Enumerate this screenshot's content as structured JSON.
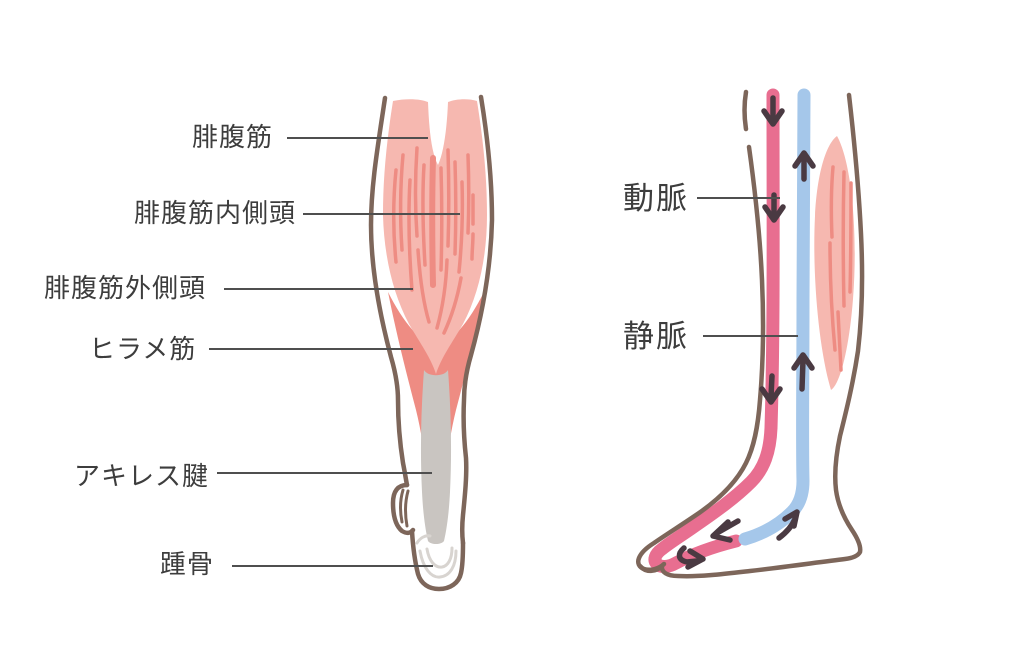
{
  "figures": {
    "back_view": {
      "description": "lower leg muscles, back view",
      "labels": [
        {
          "id": "gastrocnemius",
          "text": "腓腹筋"
        },
        {
          "id": "gastrocnemius-medial-head",
          "text": "腓腹筋内側頭"
        },
        {
          "id": "gastrocnemius-lateral-head",
          "text": "腓腹筋外側頭"
        },
        {
          "id": "soleus",
          "text": "ヒラメ筋"
        },
        {
          "id": "achilles-tendon",
          "text": "アキレス腱"
        },
        {
          "id": "calcaneus",
          "text": "踵骨"
        }
      ]
    },
    "side_view": {
      "description": "lower leg blood vessels, side view",
      "labels": [
        {
          "id": "artery",
          "text": "動脈",
          "flow_direction": "down"
        },
        {
          "id": "vein",
          "text": "静脈",
          "flow_direction": "up"
        }
      ]
    }
  },
  "colors": {
    "background": "#FFFFFF",
    "outline_brown": "#7D665A",
    "muscle_light_pink": "#F6B8B0",
    "muscle_dark_pink": "#EE8C83",
    "tendon_gray": "#C9C5C1",
    "heel_line_gray": "#D8D4D0",
    "artery_pink": "#E86E90",
    "vein_blue": "#A5C7EA",
    "arrow_dark": "#4A3A42",
    "label_text": "#3D3D3D",
    "leader_line": "#4F4F4F"
  }
}
